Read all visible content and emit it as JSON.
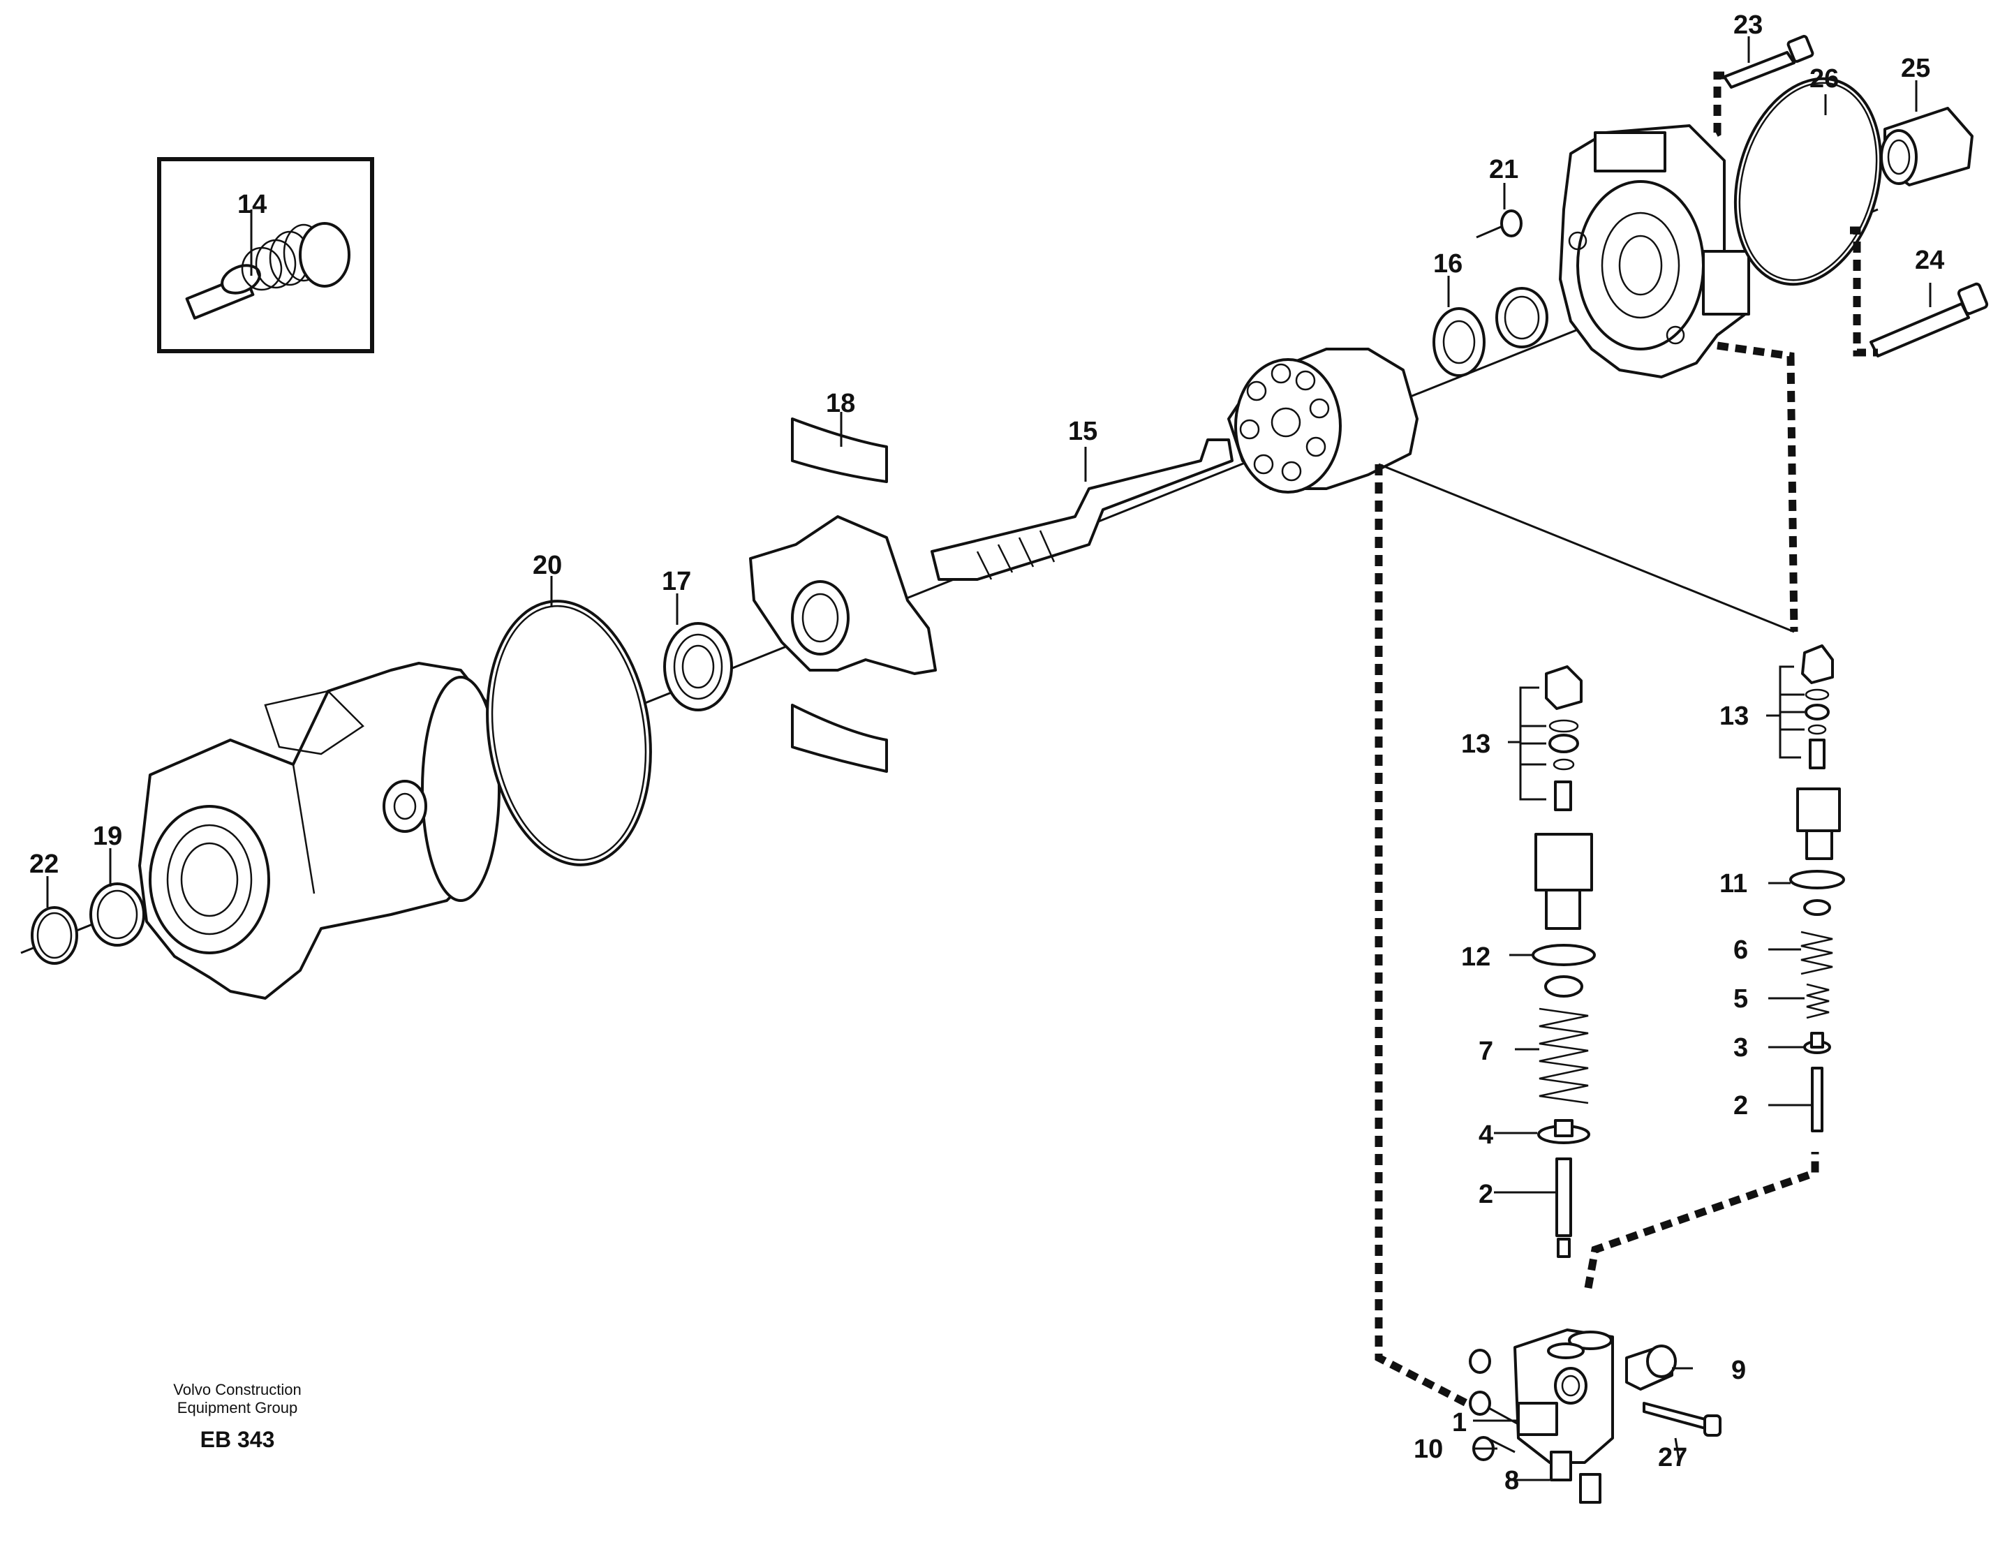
{
  "callouts": [
    {
      "id": "c14",
      "text": "14"
    },
    {
      "id": "c18",
      "text": "18"
    },
    {
      "id": "c15",
      "text": "15"
    },
    {
      "id": "c20",
      "text": "20"
    },
    {
      "id": "c17",
      "text": "17"
    },
    {
      "id": "c22",
      "text": "22"
    },
    {
      "id": "c19",
      "text": "19"
    },
    {
      "id": "c21",
      "text": "21"
    },
    {
      "id": "c16",
      "text": "16"
    },
    {
      "id": "c23",
      "text": "23"
    },
    {
      "id": "c26",
      "text": "26"
    },
    {
      "id": "c25",
      "text": "25"
    },
    {
      "id": "c24",
      "text": "24"
    },
    {
      "id": "c13a",
      "text": "13"
    },
    {
      "id": "c13b",
      "text": "13"
    },
    {
      "id": "c11",
      "text": "11"
    },
    {
      "id": "c12",
      "text": "12"
    },
    {
      "id": "c6",
      "text": "6"
    },
    {
      "id": "c5",
      "text": "5"
    },
    {
      "id": "c7",
      "text": "7"
    },
    {
      "id": "c3",
      "text": "3"
    },
    {
      "id": "c4",
      "text": "4"
    },
    {
      "id": "c2a",
      "text": "2"
    },
    {
      "id": "c2b",
      "text": "2"
    },
    {
      "id": "c9",
      "text": "9"
    },
    {
      "id": "c10",
      "text": "10"
    },
    {
      "id": "c1",
      "text": "1"
    },
    {
      "id": "c27",
      "text": "27"
    },
    {
      "id": "c8",
      "text": "8"
    }
  ],
  "footer": {
    "brand_line_1": "Volvo Construction",
    "brand_line_2": "Equipment Group",
    "ref_code": "EB 343"
  }
}
